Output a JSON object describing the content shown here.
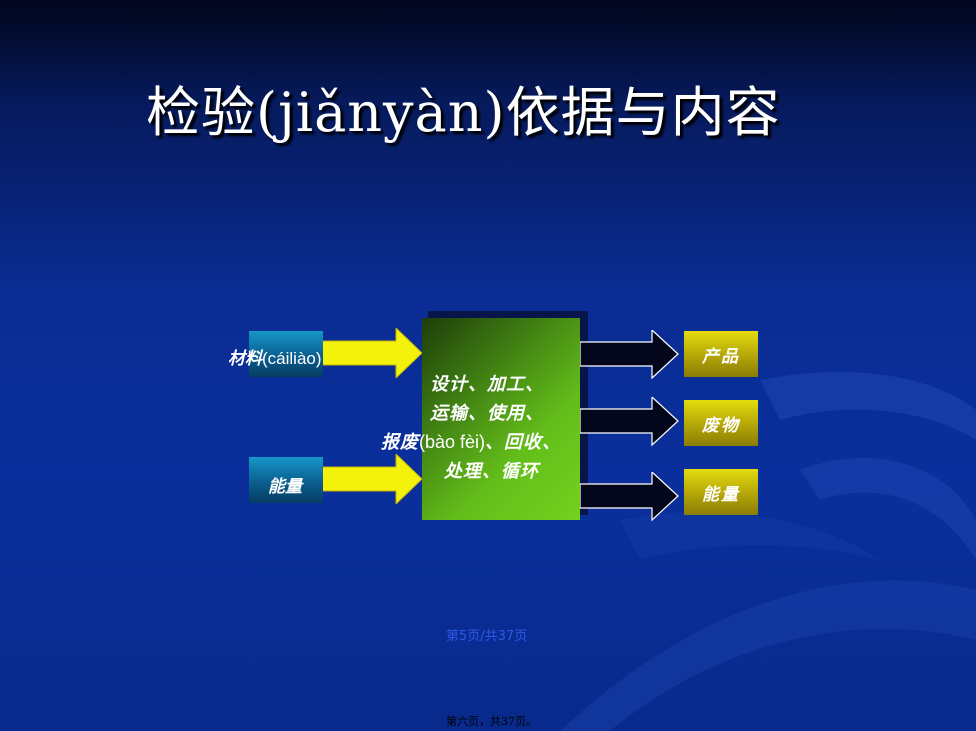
{
  "slide": {
    "title": "检验(jiǎnyàn)依据与内容"
  },
  "inputs": {
    "material_prefix": "材料",
    "material_pinyin": "(cáiliào)",
    "energy": "能量"
  },
  "process": {
    "line1": "设计、加工、",
    "line2": "运输、使用、",
    "line3_prefix": "报废",
    "line3_pinyin": "(bào fèi)",
    "line3_suffix": "、回收、",
    "line4": "处理、循环"
  },
  "outputs": [
    "产品",
    "废物",
    "能量"
  ],
  "footer": {
    "page_indicator": "第5页/共37页",
    "page_note": "第六页，共37页。"
  },
  "colors": {
    "background": "#0a2f9c",
    "input_arrow": "#f2f20a",
    "input_box": "#0a6fa3",
    "process_box": "#63bd1a",
    "output_box": "#d8cc0c",
    "output_arrow": "#04071c"
  }
}
